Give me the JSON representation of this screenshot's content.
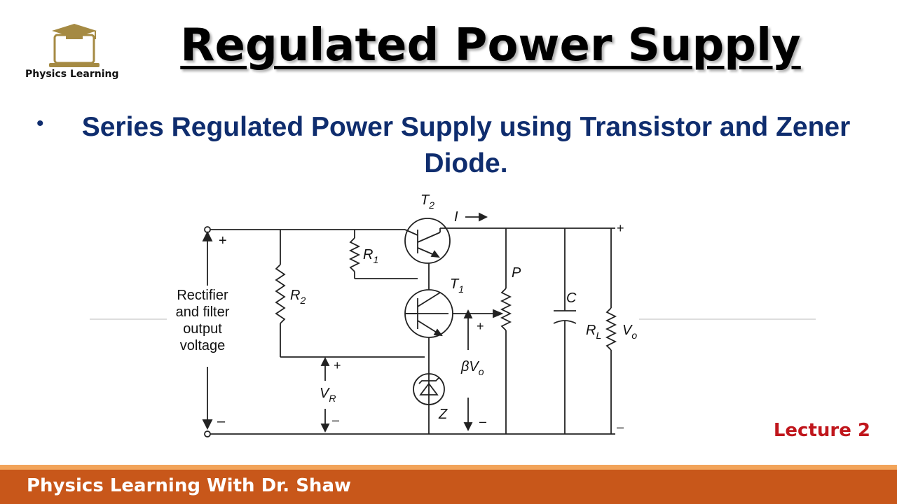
{
  "logo": {
    "text": "Physics Learning",
    "icon": "graduation-cap-laptop-icon"
  },
  "title": "Regulated Power Supply",
  "subtitle": {
    "bullet": "•",
    "text": "Series Regulated Power Supply using Transistor and Zener Diode."
  },
  "circuit": {
    "input_label": [
      "Rectifier",
      "and filter",
      "output",
      "voltage"
    ],
    "input_plus": "+",
    "input_minus": "–",
    "labels": {
      "T2_main": "T",
      "T2_sub": "2",
      "T1_main": "T",
      "T1_sub": "1",
      "R1_main": "R",
      "R1_sub": "1",
      "R2_main": "R",
      "R2_sub": "2",
      "RL_main": "R",
      "RL_sub": "L",
      "Vo_main": "V",
      "Vo_sub": "o",
      "VR_main": "V",
      "VR_sub": "R",
      "beta_main": "βV",
      "beta_sub": "o",
      "current": "I",
      "P": "P",
      "C": "C",
      "Z": "Z",
      "plus": "+",
      "minus": "–"
    }
  },
  "lecture": "Lecture 2",
  "footer": "Physics Learning With Dr. Shaw",
  "colors": {
    "title": "#000000",
    "subtitle": "#0f2d6e",
    "lecture": "#c0161c",
    "footer_bg": "#c8571a",
    "footer_line": "#f2a45a"
  }
}
